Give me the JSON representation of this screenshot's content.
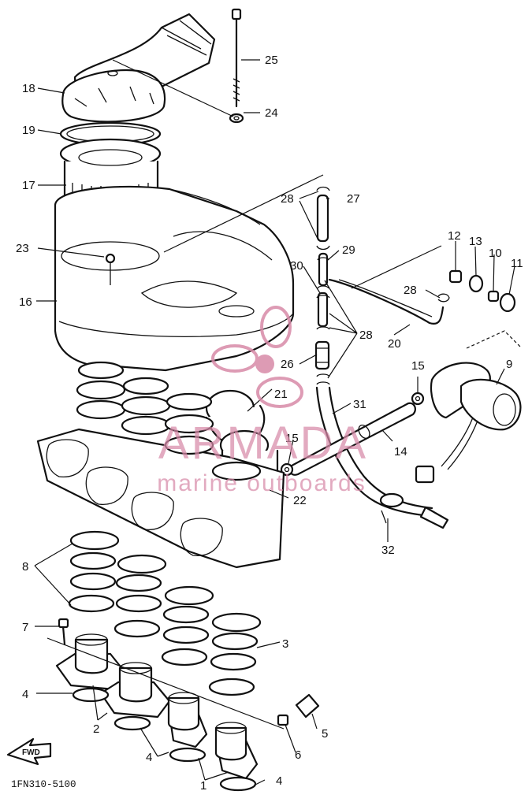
{
  "diagram": {
    "code": "1FN310-5100",
    "fwd_label": "FWD",
    "callouts": [
      "1",
      "2",
      "3",
      "4",
      "5",
      "6",
      "7",
      "8",
      "9",
      "10",
      "11",
      "12",
      "13",
      "14",
      "15",
      "16",
      "17",
      "18",
      "19",
      "20",
      "21",
      "22",
      "23",
      "24",
      "25",
      "26",
      "27",
      "28",
      "29",
      "30",
      "31",
      "32"
    ]
  },
  "watermark": {
    "brand": "ARMADA",
    "tagline": "marine outboards",
    "color": "#d88aa8"
  }
}
